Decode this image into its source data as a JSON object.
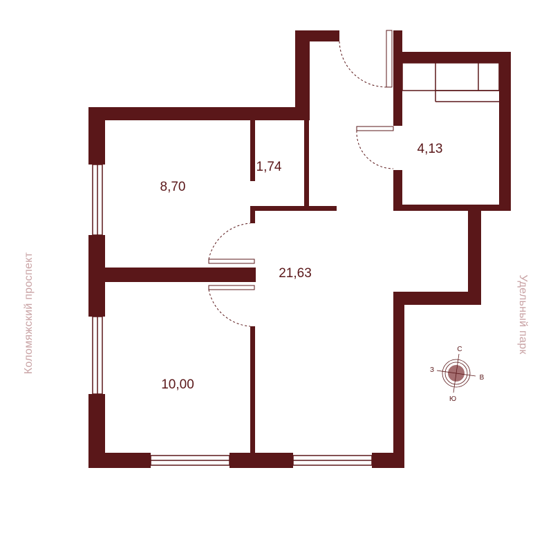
{
  "rooms": [
    {
      "id": "bedroom-top",
      "area": "8,70"
    },
    {
      "id": "closet",
      "area": "1,74"
    },
    {
      "id": "bathroom",
      "area": "4,13"
    },
    {
      "id": "living",
      "area": "21,63"
    },
    {
      "id": "bedroom-bottom",
      "area": "10,00"
    }
  ],
  "streets": {
    "left": "Коломяжский проспект",
    "right": "Удельный парк"
  },
  "compass": {
    "north": "С",
    "east": "В",
    "south": "Ю",
    "west": "З"
  },
  "colors": {
    "wall": "#5a1719",
    "street_text": "#c9a3a5",
    "compass_fill": "#a56e70"
  }
}
